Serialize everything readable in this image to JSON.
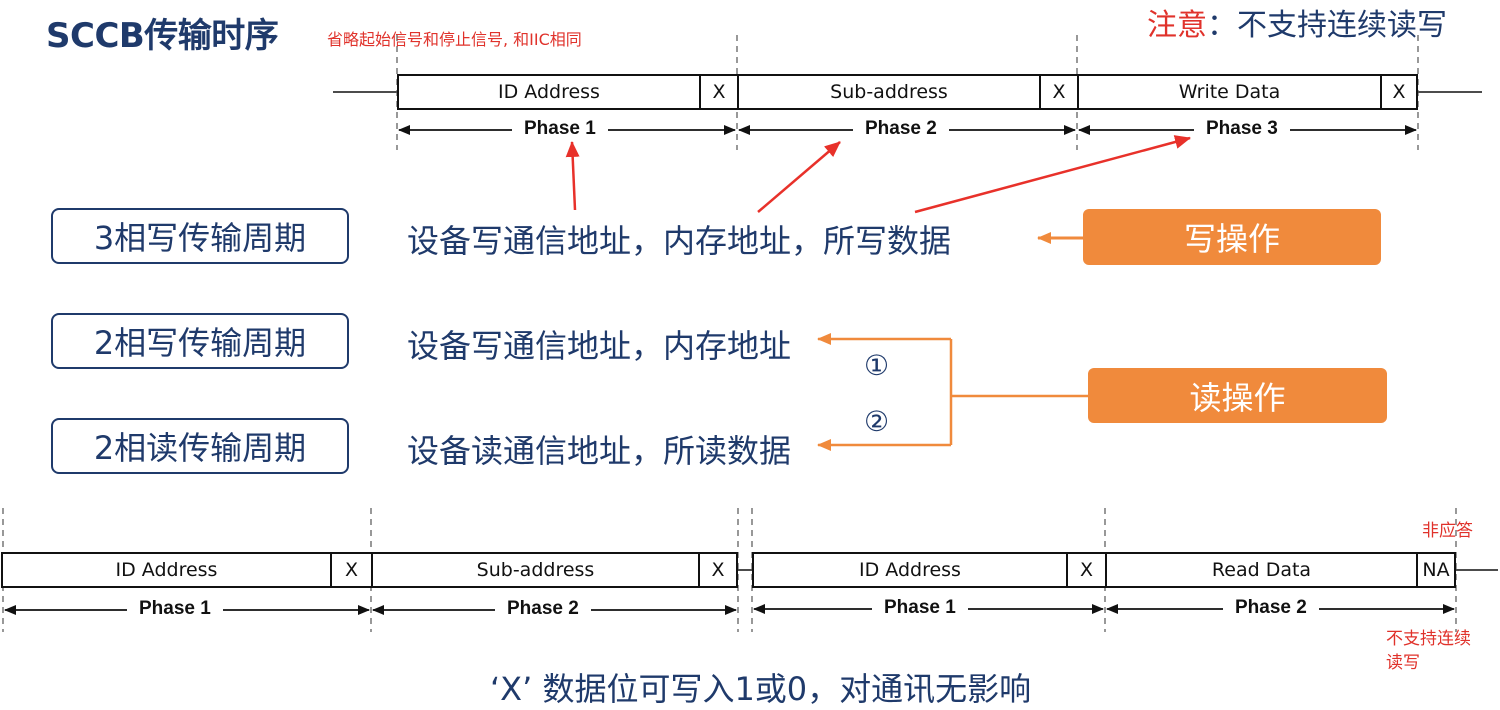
{
  "title": "SCCB传输时序",
  "subnote": "省略起始信号和停止信号, 和IIC相同",
  "top_note": {
    "label": "注意",
    "text": "：不支持连续读写"
  },
  "timing_top": {
    "cells": [
      "ID Address",
      "X",
      "Sub-address",
      "X",
      "Write Data",
      "X"
    ],
    "phases": [
      "Phase 1",
      "Phase 2",
      "Phase 3"
    ]
  },
  "rows": [
    {
      "box": "3相写传输周期",
      "desc": "设备写通信地址，内存地址，所写数据"
    },
    {
      "box": "2相写传输周期",
      "desc": "设备写通信地址，内存地址"
    },
    {
      "box": "2相读传输周期",
      "desc": "设备读通信地址，所读数据"
    }
  ],
  "write_op": "写操作",
  "read_op": "读操作",
  "circle_1": "①",
  "circle_2": "②",
  "timing_bottom_left": {
    "cells": [
      "ID Address",
      "X",
      "Sub-address",
      "X"
    ],
    "phases": [
      "Phase 1",
      "Phase 2"
    ]
  },
  "timing_bottom_right": {
    "cells": [
      "ID Address",
      "X",
      "Read Data",
      "NA"
    ],
    "phases": [
      "Phase 1",
      "Phase 2"
    ]
  },
  "na_note": "非应答",
  "nosupport_note": [
    "不支持连续",
    "读写"
  ],
  "bottom_text": "‘X’ 数据位可写入1或0，对通讯无影响",
  "colors": {
    "navy": "#1f3a6b",
    "orange": "#f08a3c",
    "red": "#e0322b"
  }
}
